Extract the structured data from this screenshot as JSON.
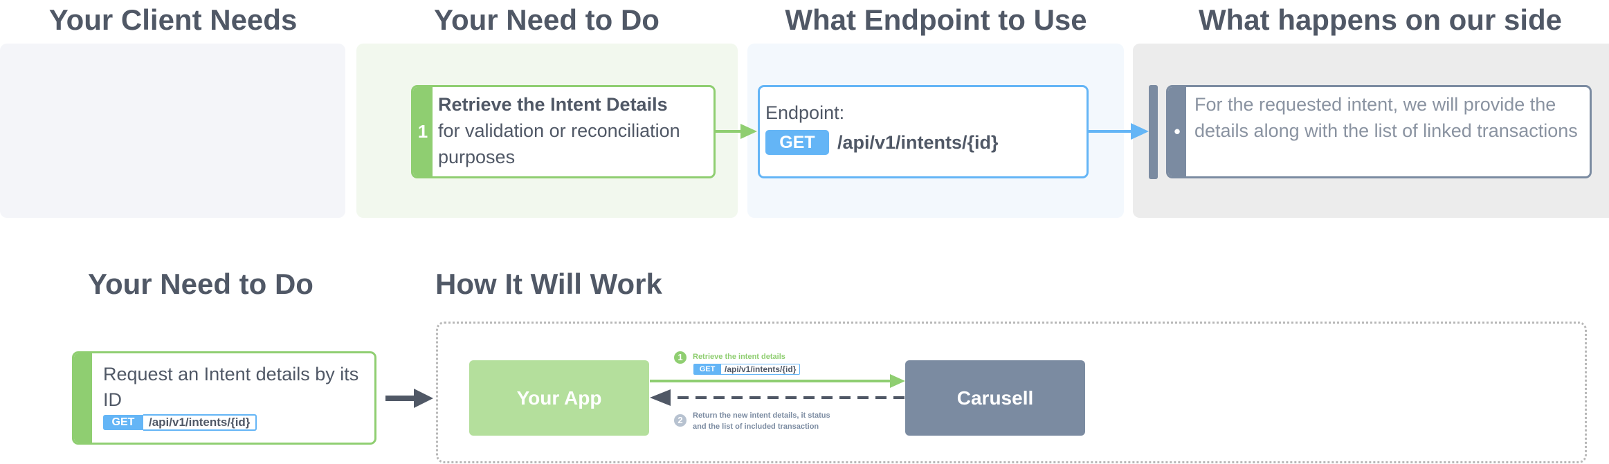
{
  "top": {
    "headings": {
      "client_needs": "Your Client Needs",
      "need_to_do": "Your Need to Do",
      "endpoint": "What Endpoint to Use",
      "our_side": "What happens on our side"
    },
    "step_card": {
      "number": "1",
      "title": "Retrieve the Intent Details",
      "description": "for validation or reconciliation purposes"
    },
    "endpoint_card": {
      "label": "Endpoint:",
      "method": "GET",
      "path": "/api/v1/intents/{id}"
    },
    "result_card": {
      "bullet": "•",
      "text": "For the requested intent, we will provide the details along with the list of linked transactions"
    }
  },
  "bottom": {
    "headings": {
      "need_to_do": "Your Need to Do",
      "how_it_works": "How It Will Work"
    },
    "request_card": {
      "text": "Request an Intent details by its ID",
      "method": "GET",
      "path": "/api/v1/intents/{id}"
    },
    "flow": {
      "your_app": "Your App",
      "carusell": "Carusell",
      "step1_number": "1",
      "step1_label": "Retrieve the intent details",
      "step1_method": "GET",
      "step1_path": "/api/v1/intents/{id}",
      "step2_number": "2",
      "step2_line1": "Return the new intent details, it status",
      "step2_line2": "and the list of included transaction"
    }
  },
  "colors": {
    "green": "#8fce71",
    "green_light": "#b4df9c",
    "blue": "#64b5f6",
    "slate": "#7b8ba1",
    "text": "#505866"
  }
}
